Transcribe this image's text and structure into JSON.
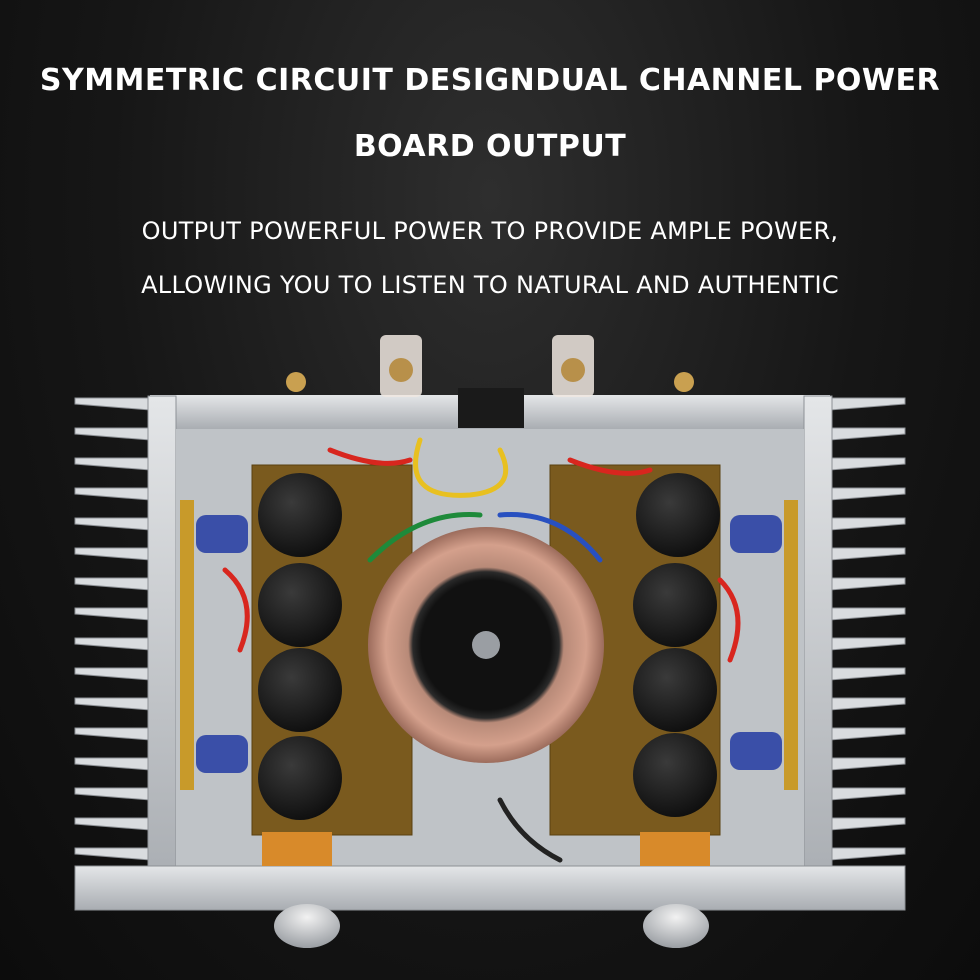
{
  "headline": {
    "line1": "SYMMETRIC CIRCUIT DESIGNDUAL CHANNEL POWER",
    "line2": "BOARD OUTPUT"
  },
  "subline": {
    "line1": "OUTPUT POWERFUL POWER TO PROVIDE AMPLE POWER,",
    "line2": "ALLOWING YOU TO LISTEN TO NATURAL AND AUTHENTIC"
  },
  "colors": {
    "background": "#161616",
    "text": "#ffffff",
    "chassis": "#c9ccd0",
    "pcb": "#7a5a1e",
    "capacitor": "#1c1c1c",
    "toroid_copper": "#c98a70",
    "blue_capacitor": "#3a4fa8",
    "red_wire": "#d8261e"
  }
}
